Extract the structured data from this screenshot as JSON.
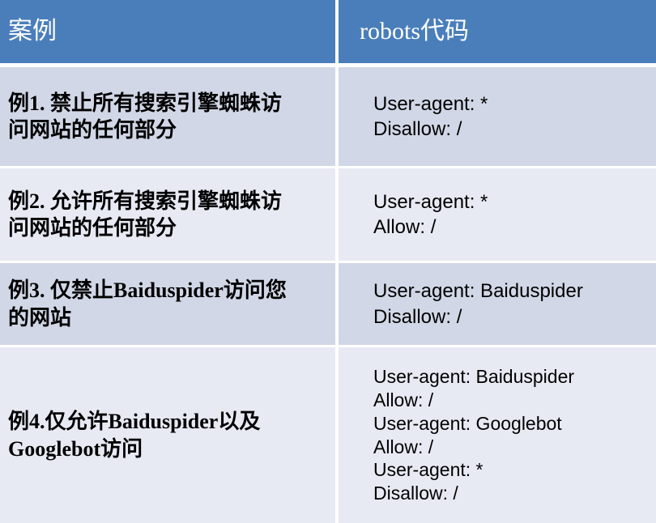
{
  "table": {
    "columns": [
      {
        "id": "case",
        "label": "案例"
      },
      {
        "id": "code",
        "label": "robots代码"
      }
    ],
    "colors": {
      "header_background": "#4a7ebb",
      "header_text": "#ffffff",
      "row_dark_background": "#d1d7e6",
      "row_light_background": "#e7eaf3",
      "divider": "#ffffff",
      "body_text": "#000000"
    },
    "rows": [
      {
        "index": 1,
        "shade": "dark",
        "case": "例1. 禁止所有搜索引擎蜘蛛访\n问网站的任何部分",
        "code": "User-agent: *\nDisallow: /"
      },
      {
        "index": 2,
        "shade": "light",
        "case": "例2. 允许所有搜索引擎蜘蛛访\n问网站的任何部分",
        "code": "User-agent: *\nAllow: /"
      },
      {
        "index": 3,
        "shade": "dark",
        "case": "例3. 仅禁止Baiduspider访问您\n的网站",
        "code": "User-agent: Baiduspider\nDisallow: /"
      },
      {
        "index": 4,
        "shade": "light",
        "case": "例4.仅允许Baiduspider以及\nGooglebot访问",
        "code": "User-agent: Baiduspider\nAllow: /\nUser-agent: Googlebot\nAllow: /\nUser-agent: *\nDisallow: /"
      }
    ]
  }
}
